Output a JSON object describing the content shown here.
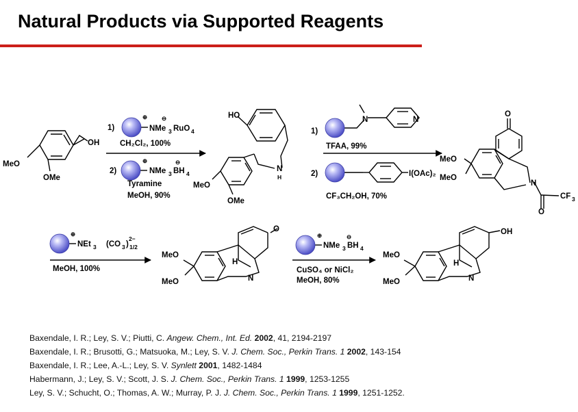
{
  "title": "Natural Products via Supported Reagents",
  "accent_color": "#cc1f1a",
  "bead_color": "#6b6de0",
  "step1": {
    "reagent1_index": "1)",
    "reagent1_group": "NMe",
    "reagent1_sub": "3",
    "reagent1_counter": "RuO",
    "reagent1_counter_sub": "4",
    "conditions1": "CH₂Cl₂, 100%",
    "reagent2_index": "2)",
    "reagent2_group": "NMe",
    "reagent2_sub": "3",
    "reagent2_counter": "BH",
    "reagent2_counter_sub": "4",
    "conditions2a": "Tyramine",
    "conditions2b": "MeOH, 90%"
  },
  "step2": {
    "reagent1_index": "1)",
    "pyridine_n": "N",
    "amine_n": "N",
    "conditions1": "TFAA, 99%",
    "reagent2_index": "2)",
    "reagent2_group": "I(OAc)₂",
    "conditions2": "CF₃CH₂OH, 70%"
  },
  "step3": {
    "reagent_group": "NEt",
    "reagent_sub": "3",
    "reagent_counter": "(CO",
    "reagent_counter_sub": "3",
    "reagent_counter_end": ")",
    "reagent_power": "2−",
    "reagent_fraction": "1/2",
    "conditions": "MeOH, 100%"
  },
  "step4": {
    "reagent_group": "NMe",
    "reagent_sub": "3",
    "reagent_counter": "BH",
    "reagent_counter_sub": "4",
    "conditions1": "CuSO₄ or NiCl₂",
    "conditions2": "MeOH, 80%"
  },
  "labels": {
    "oh": "OH",
    "ho": "HO",
    "meo": "MeO",
    "ome": "OMe",
    "o": "O",
    "n": "N",
    "h": "H",
    "cf3": "CF",
    "cf3_sub": "3",
    "plus": "⊕",
    "minus": "⊖"
  },
  "references": [
    {
      "authors": "Baxendale, I. R.; Ley, S. V.; Piutti, C. ",
      "journal": "Angew. Chem., Int. Ed.",
      "year": "2002",
      "pages": ", 41, 2194-2197"
    },
    {
      "authors": "Baxendale, I. R.; Brusotti, G.; Matsuoka, M.; Ley, S. V. ",
      "journal": "J. Chem. Soc., Perkin Trans. 1",
      "year": "2002",
      "pages": ", 143-154"
    },
    {
      "authors": "Baxendale, I. R.; Lee, A.-L.; Ley, S. V. ",
      "journal": "Synlett",
      "year": "2001",
      "pages": ", 1482-1484"
    },
    {
      "authors": "Habermann, J.; Ley, S. V.; Scott, J. S. ",
      "journal": "J. Chem. Soc., Perkin Trans. 1",
      "year": "1999",
      "pages": ", 1253-1255"
    },
    {
      "authors": "Ley, S. V.; Schucht, O.; Thomas, A. W.; Murray, P. J. ",
      "journal": "J. Chem. Soc., Perkin Trans. 1",
      "year": "1999",
      "pages": ", 1251-1252."
    }
  ]
}
